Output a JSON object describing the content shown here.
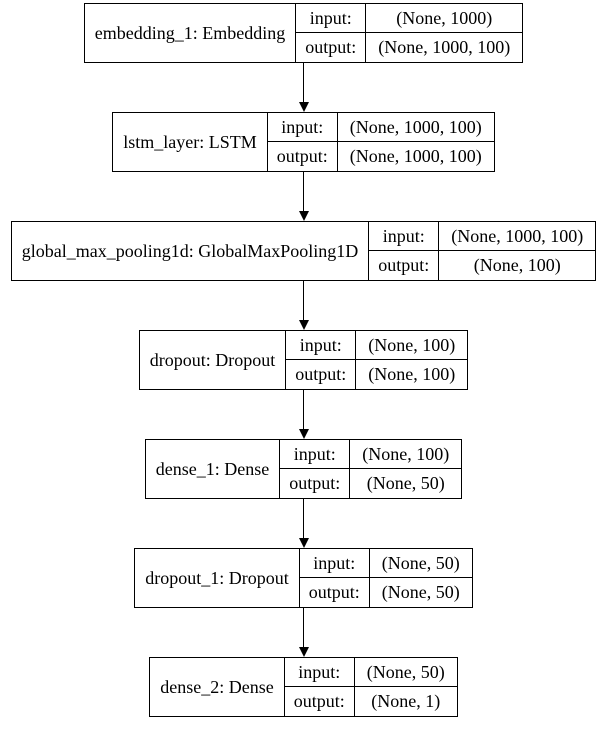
{
  "diagram": {
    "type": "keras-model-architecture",
    "io_row_labels": {
      "input": "input:",
      "output": "output:"
    },
    "nodes": [
      {
        "label": "embedding_1: Embedding",
        "input_shape": "(None, 1000)",
        "output_shape": "(None, 1000, 100)"
      },
      {
        "label": "lstm_layer: LSTM",
        "input_shape": "(None, 1000, 100)",
        "output_shape": "(None, 1000, 100)"
      },
      {
        "label": "global_max_pooling1d: GlobalMaxPooling1D",
        "input_shape": "(None, 1000, 100)",
        "output_shape": "(None, 100)"
      },
      {
        "label": "dropout: Dropout",
        "input_shape": "(None, 100)",
        "output_shape": "(None, 100)"
      },
      {
        "label": "dense_1: Dense",
        "input_shape": "(None, 100)",
        "output_shape": "(None, 50)"
      },
      {
        "label": "dropout_1: Dropout",
        "input_shape": "(None, 50)",
        "output_shape": "(None, 50)"
      },
      {
        "label": "dense_2: Dense",
        "input_shape": "(None, 50)",
        "output_shape": "(None, 1)"
      }
    ],
    "colors": {
      "border": "#000000",
      "background": "#ffffff",
      "text": "#000000"
    }
  }
}
